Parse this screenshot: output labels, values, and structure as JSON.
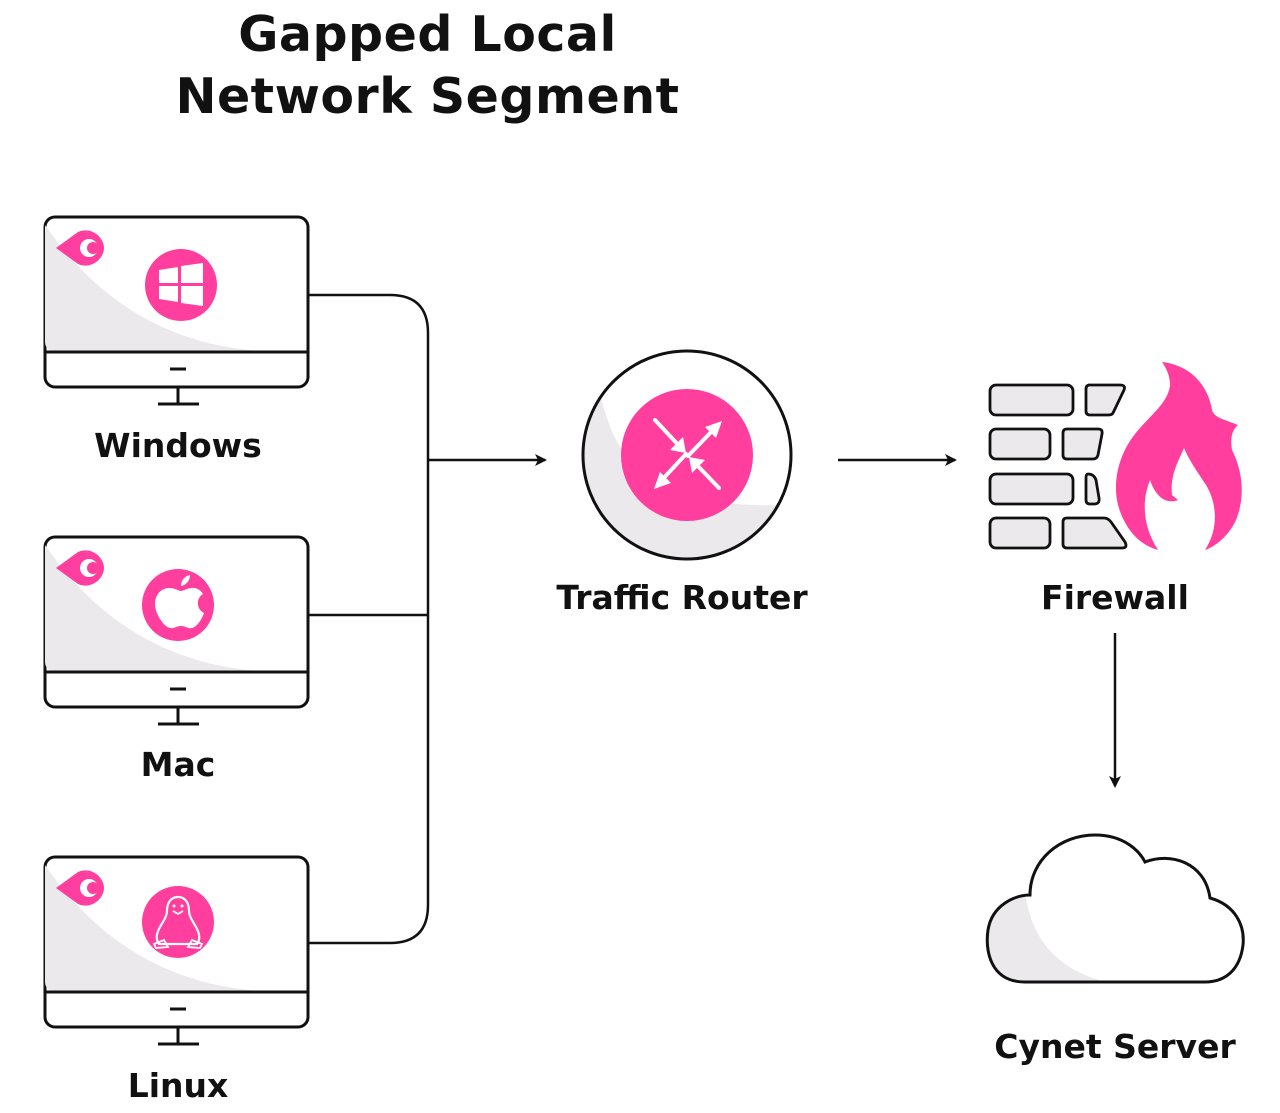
{
  "title": {
    "line1": "Gapped Local",
    "line2": "Network Segment"
  },
  "colors": {
    "accent": "#ff3e9e",
    "stroke": "#111111",
    "shade": "#ebe9ec"
  },
  "nodes": {
    "windows": {
      "label": "Windows",
      "icon": "windows-logo-icon",
      "badge": "cynet-eye-icon"
    },
    "mac": {
      "label": "Mac",
      "icon": "apple-logo-icon",
      "badge": "cynet-eye-icon"
    },
    "linux": {
      "label": "Linux",
      "icon": "linux-penguin-icon",
      "badge": "cynet-eye-icon"
    },
    "router": {
      "label": "Traffic Router",
      "icon": "router-arrows-icon"
    },
    "firewall": {
      "label": "Firewall",
      "icon": "firewall-flame-icon"
    },
    "server": {
      "label": "Cynet Server",
      "icon": "cloud-icon"
    }
  },
  "edges": [
    {
      "from": "windows",
      "to": "router"
    },
    {
      "from": "mac",
      "to": "router"
    },
    {
      "from": "linux",
      "to": "router"
    },
    {
      "from": "router",
      "to": "firewall"
    },
    {
      "from": "firewall",
      "to": "server"
    }
  ]
}
